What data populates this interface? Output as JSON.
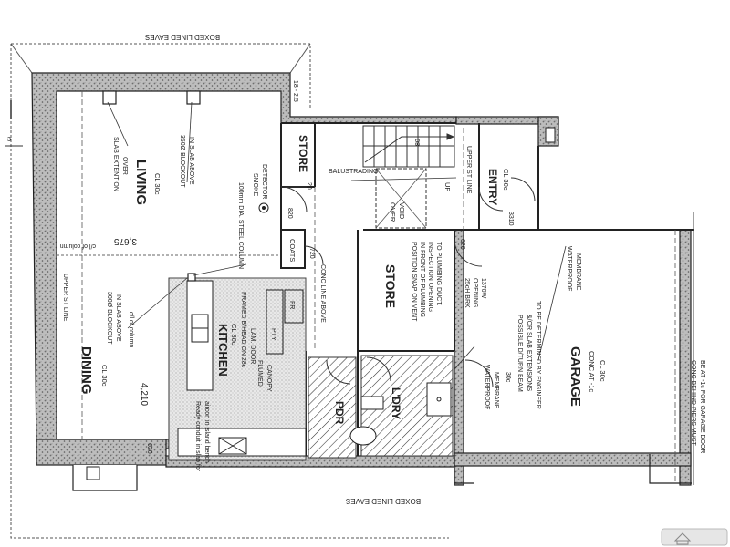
{
  "header": {
    "top_eaves": "BOXED LINED EAVES",
    "bottom_eaves": "BOXED LINED EAVES"
  },
  "rooms": {
    "living": {
      "name": "LIVING",
      "ceiling": "CL 30c"
    },
    "dining": {
      "name": "DINING",
      "ceiling": "CL 30c"
    },
    "kitchen": {
      "name": "KITCHEN",
      "ceiling": "CL 30c"
    },
    "store_upper": {
      "name": "STORE"
    },
    "store_lower": {
      "name": "STORE"
    },
    "entry": {
      "name": "ENTRY",
      "ceiling": "CL 30c"
    },
    "garage": {
      "name": "GARAGE",
      "sub": "CONC AT -1c",
      "ceiling": "CL 30c"
    },
    "pdr": {
      "name": "PDR"
    },
    "ldry": {
      "name": "L'DRY"
    },
    "coats": {
      "name": "COATS"
    }
  },
  "notes": {
    "slab_extention": "SLAB EXTENTION",
    "slab_over": "OVER",
    "blockout_350": "350Ø BLOCKOUT",
    "in_slab_above": "IN SLAB ABOVE",
    "steel_column": "100mm DIA. STEEL COLUMN",
    "smoke_detector_1": "SMOKE",
    "smoke_detector_2": "DETECTOR",
    "dim_3675": "3,675",
    "col_of_column": "c/l of column",
    "upper_st_line_left": "UPPER ST LINE",
    "upper_st_line_entry": "UPPER ST LINE",
    "blockout_300": "300Ø BLOCKOUT",
    "in_slab_above_2": "IN SLAB ABOVE",
    "col_of_column_2": "c/l of column",
    "dim_4210": "4,210",
    "kitchen_bench_1": "FRAMED B/HEAD ON 28c",
    "kitchen_bench_2": "LAM. DOOR",
    "kitchen_canopy_1": "FLUMED",
    "kitchen_canopy_2": "CANOPY",
    "pantry": "PTY",
    "fridge": "FR",
    "conc_line_above": "CONC LINE ABOVE",
    "balustrading": "BALUSTRADING",
    "void_over_1": "VOID",
    "void_over_2": "OVER",
    "store_note_1": "POSITION SNAP ON VENT",
    "store_note_2": "IN FRONT OF PLUMBING",
    "store_note_3": "INSPECTION OPENING",
    "store_note_4": "TO PLUMBING DUCT.",
    "brick_opening_1": "25cH BRK",
    "brick_opening_2": "OPENING",
    "brick_opening_3": "1370W",
    "waterproof_membrane_1": "WATERPROOF",
    "waterproof_membrane_2": "MEMBRANE",
    "waterproof_garage_1": "WATERPROOF",
    "waterproof_garage_2": "MEMBRANE",
    "beam_note_1": "POSSIBLE D/TURN BEAM",
    "beam_note_2": "&/OR SLAB EXTENSIONS",
    "beam_note_3": "TO BE DETERMINED BY ENGINEER.",
    "garage_note_1": "CONC BEHIND PIERS MUST",
    "garage_note_2": "BE AT -1c FOR GARAGE DOOR",
    "dim_18_25": "18 - 2.5",
    "dim_820": "820",
    "dim_720": "720",
    "dim_620_entry": "620",
    "dim_620_dining": "620",
    "dim_20": "20",
    "dim_80": "80",
    "dim_3310": "3310",
    "dim_3": "3",
    "dim_30c": "30c",
    "up_label": "UP",
    "opening_note_1": "Ready conduit in slab for",
    "opening_note_2": "aircon in island bench"
  }
}
